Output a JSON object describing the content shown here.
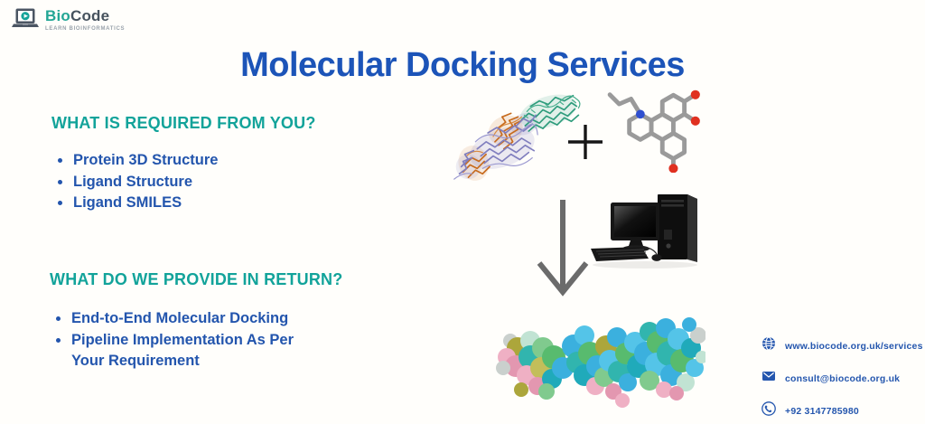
{
  "brand": {
    "name_teal": "Bio",
    "name_dark": "Code",
    "tagline": "LEARN BIOINFORMATICS"
  },
  "title": "Molecular Docking Services",
  "sections": [
    {
      "heading": "WHAT IS REQUIRED FROM YOU?",
      "items": [
        "Protein 3D Structure",
        "Ligand Structure",
        "Ligand SMILES"
      ]
    },
    {
      "heading": "WHAT DO WE PROVIDE IN RETURN?",
      "items": [
        "End-to-End Molecular Docking",
        "Pipeline Implementation As Per Your Requirement"
      ]
    }
  ],
  "diagram": {
    "plus": "+",
    "input_images": [
      "protein-3d-ribbon-structure",
      "ligand-2d-structure"
    ],
    "arrow_icon": "down-arrow",
    "process_image": "desktop-computer",
    "output_image": "docked-protein-surface-model"
  },
  "contact": {
    "rows": [
      {
        "icon": "globe-icon",
        "text": "www.biocode.org.uk/services"
      },
      {
        "icon": "envelope-icon",
        "text": "consult@biocode.org.uk"
      },
      {
        "icon": "phone-icon",
        "text": "+92 3147785980"
      }
    ]
  },
  "colors": {
    "title_blue": "#1C54B8",
    "body_blue": "#2355AD",
    "heading_teal": "#12A39A",
    "brand_teal": "#23A695",
    "brand_dark": "#46525E",
    "contact_blue": "#2456AE",
    "arrow_gray": "#6B6B6B"
  }
}
